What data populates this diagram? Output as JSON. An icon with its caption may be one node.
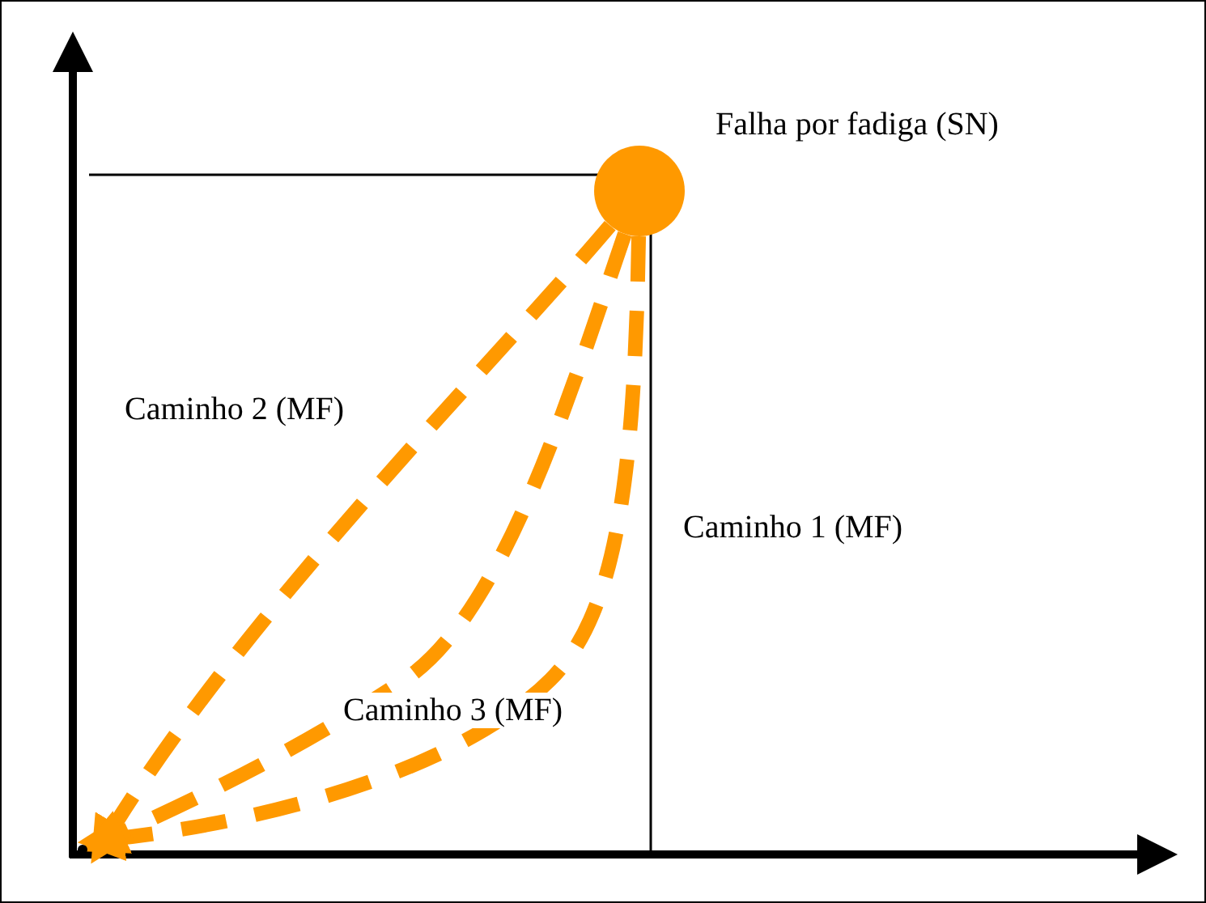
{
  "diagram": {
    "nodes": [
      {
        "text": [],
        "shape": "circle",
        "beside": [
          "Falha por fadiga (SN)"
        ]
      },
      {
        "text": [],
        "shape": "point"
      }
    ],
    "edges": [
      {
        "from": 0,
        "to": 1,
        "arrow": "to",
        "style": "dashed",
        "label": "Caminho 1 (MF)"
      },
      {
        "from": 0,
        "to": 1,
        "arrow": "to",
        "style": "dashed",
        "label": "Caminho 2 (MF)"
      },
      {
        "from": 0,
        "to": 1,
        "arrow": "to",
        "style": "dashed",
        "label": "Caminho 3 (MF)"
      }
    ]
  }
}
